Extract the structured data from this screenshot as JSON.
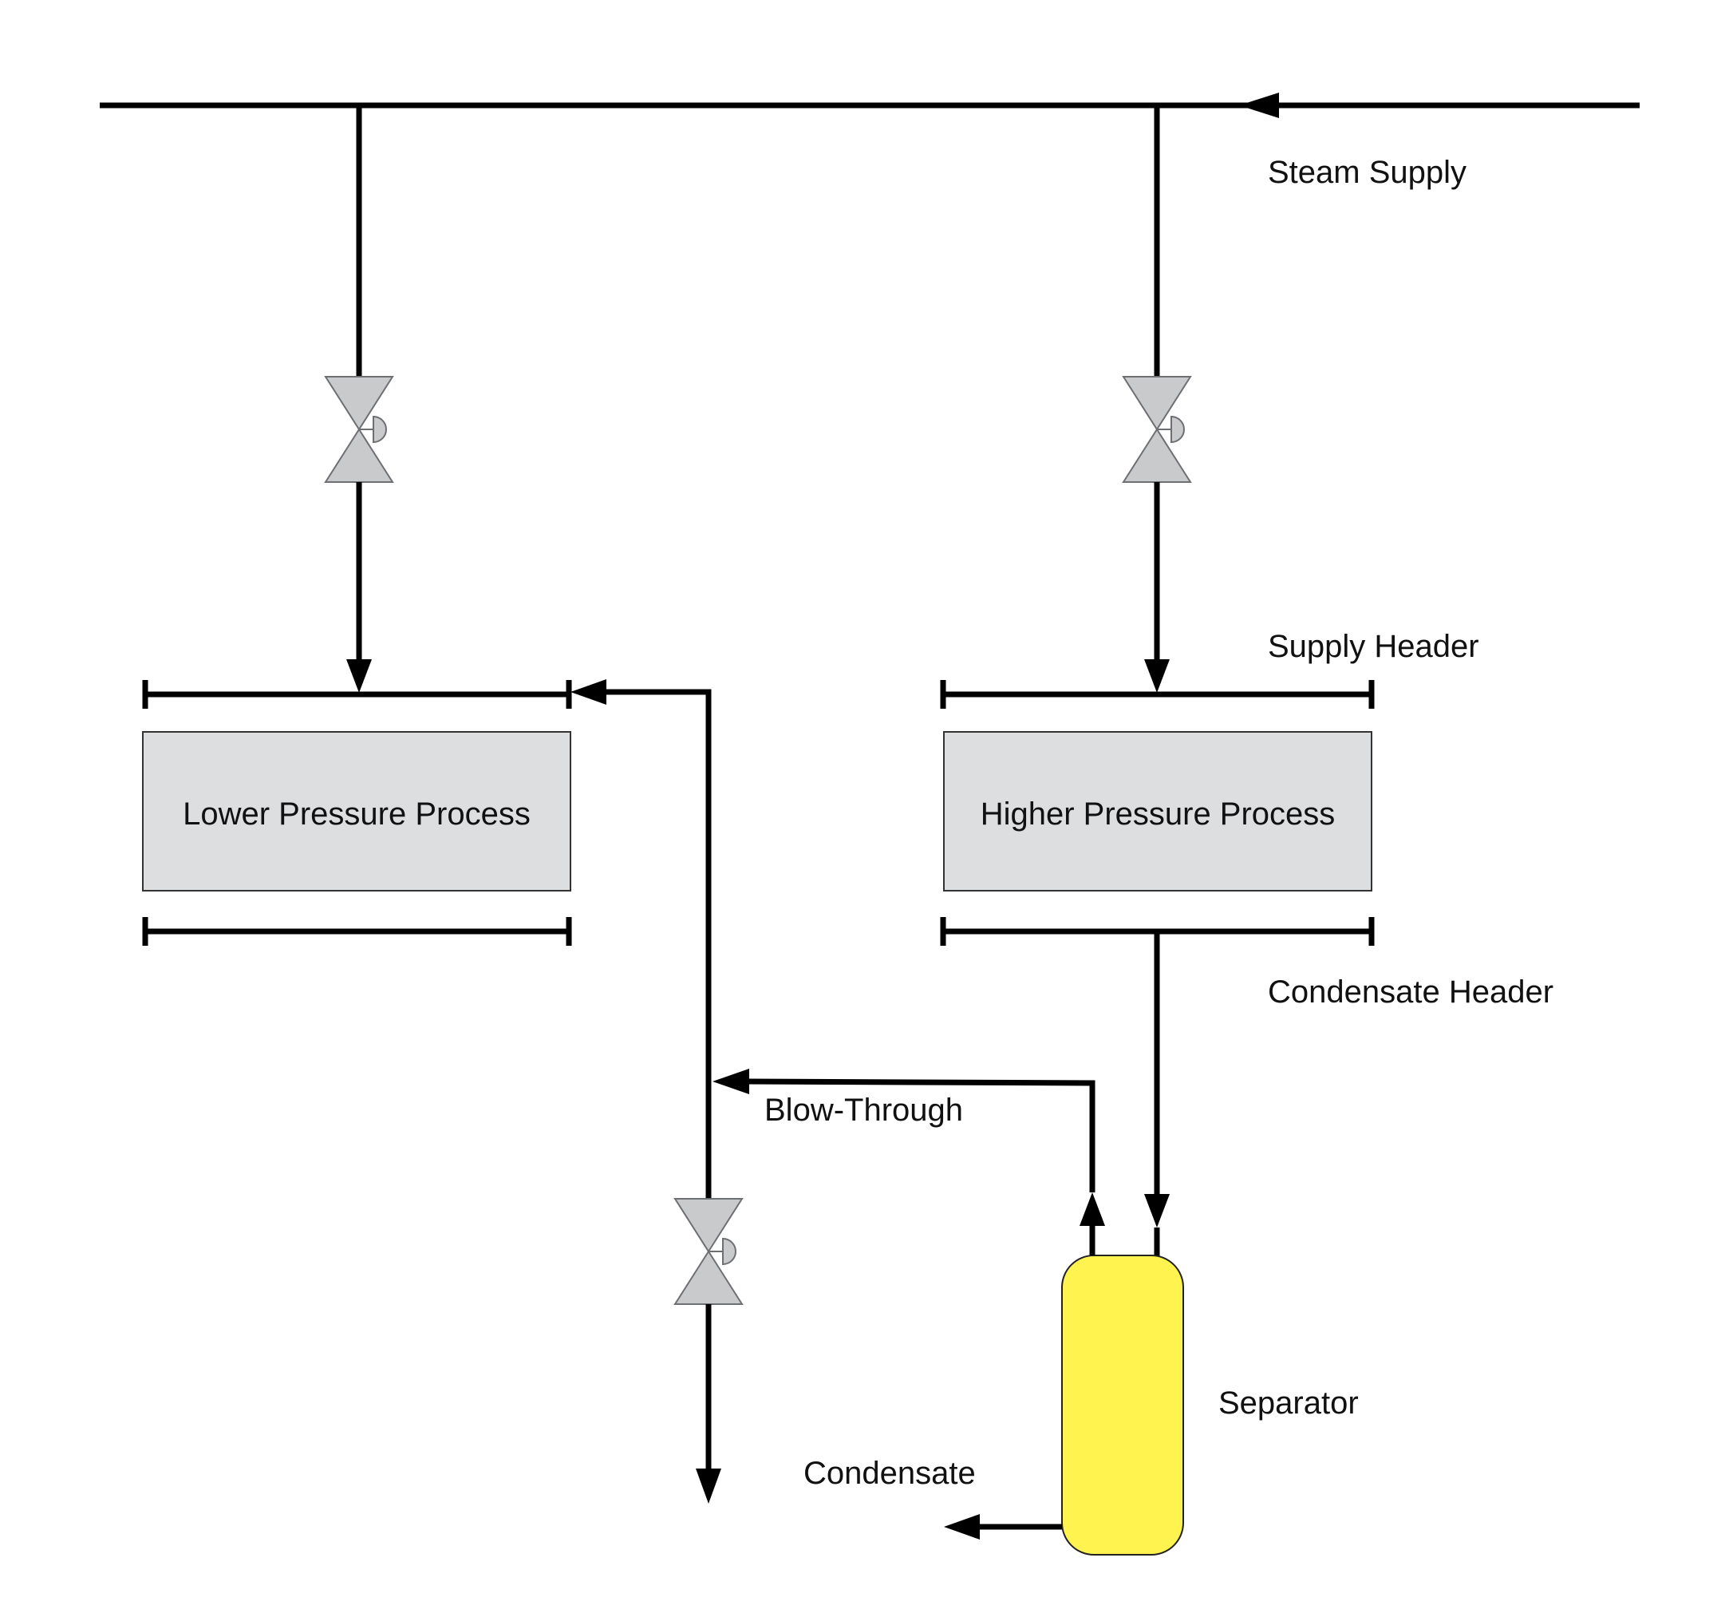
{
  "labels": {
    "steam_supply": "Steam Supply",
    "supply_header": "Supply Header",
    "condensate_header": "Condensate Header",
    "blow_through": "Blow-Through",
    "separator": "Separator",
    "condensate": "Condensate"
  },
  "processes": {
    "lower": "Lower Pressure Process",
    "higher": "Higher Pressure Process"
  },
  "colors": {
    "pipe": "#000000",
    "process_fill": "#dcdee0",
    "valve_fill": "#c9cacc",
    "separator_fill": "#fff44f"
  }
}
